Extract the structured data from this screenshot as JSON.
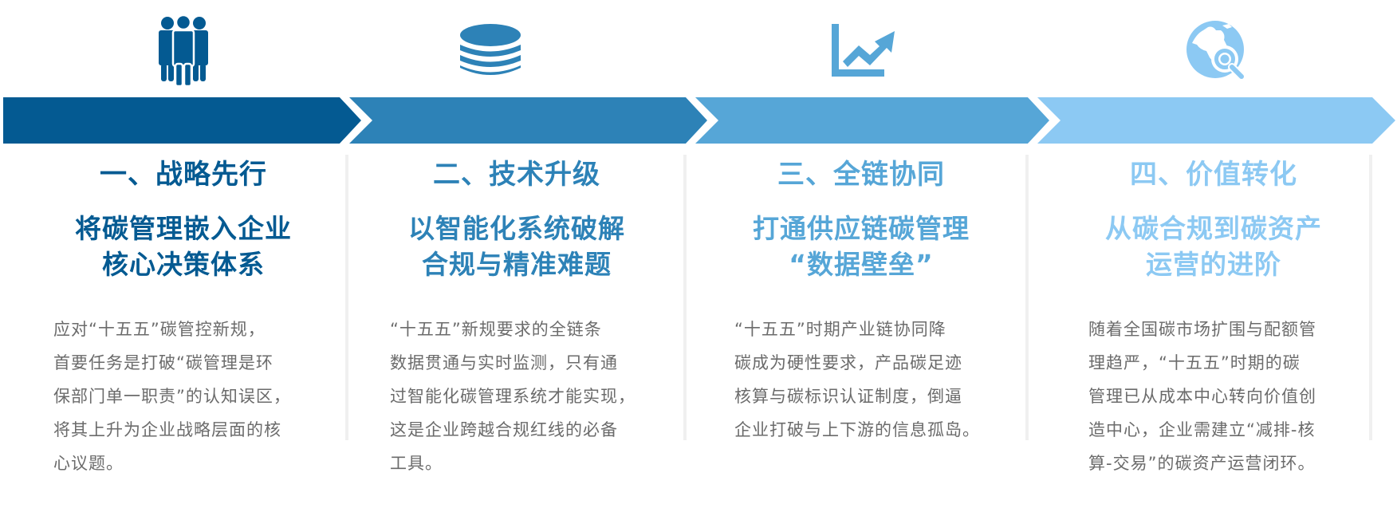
{
  "colors": {
    "stage1": "#045a92",
    "stage2": "#2d82b7",
    "stage3": "#56a6d7",
    "stage4": "#8cc9f3",
    "body_text": "#6b6b6b",
    "divider": "#f0f0f0"
  },
  "stages": [
    {
      "icon": "people-group-icon",
      "title": "一、战略先行",
      "subtitle_lines": [
        "将碳管理嵌入企业",
        "核心决策体系"
      ],
      "body_lines": [
        "应对“十五五”碳管控新规，",
        "首要任务是打破“碳管理是环",
        "保部门单一职责”的认知误区，",
        "将其上升为企业战略层面的核",
        "心议题。"
      ]
    },
    {
      "icon": "database-icon",
      "title": "二、技术升级",
      "subtitle_lines": [
        "以智能化系统破解",
        "合规与精准难题"
      ],
      "body_lines": [
        "“十五五”新规要求的全链条",
        "数据贯通与实时监测，只有通",
        "过智能化碳管理系统才能实现，",
        "这是企业跨越合规红线的必备",
        "工具。"
      ]
    },
    {
      "icon": "line-chart-up-icon",
      "title": "三、全链协同",
      "subtitle_lines": [
        "打通供应链碳管理",
        "“数据壁垒”"
      ],
      "body_lines": [
        "“十五五”时期产业链协同降",
        "碳成为硬性要求，产品碳足迹",
        "核算与碳标识认证制度，倒逼",
        "企业打破与上下游的信息孤岛。"
      ]
    },
    {
      "icon": "globe-search-icon",
      "title": "四、价值转化",
      "subtitle_lines": [
        "从碳合规到碳资产",
        "运营的进阶"
      ],
      "body_lines": [
        "随着全国碳市场扩围与配额管",
        "理趋严，“十五五”时期的碳",
        "管理已从成本中心转向价值创",
        "造中心，企业需建立“减排-核",
        "算-交易”的碳资产运营闭环。"
      ]
    }
  ]
}
